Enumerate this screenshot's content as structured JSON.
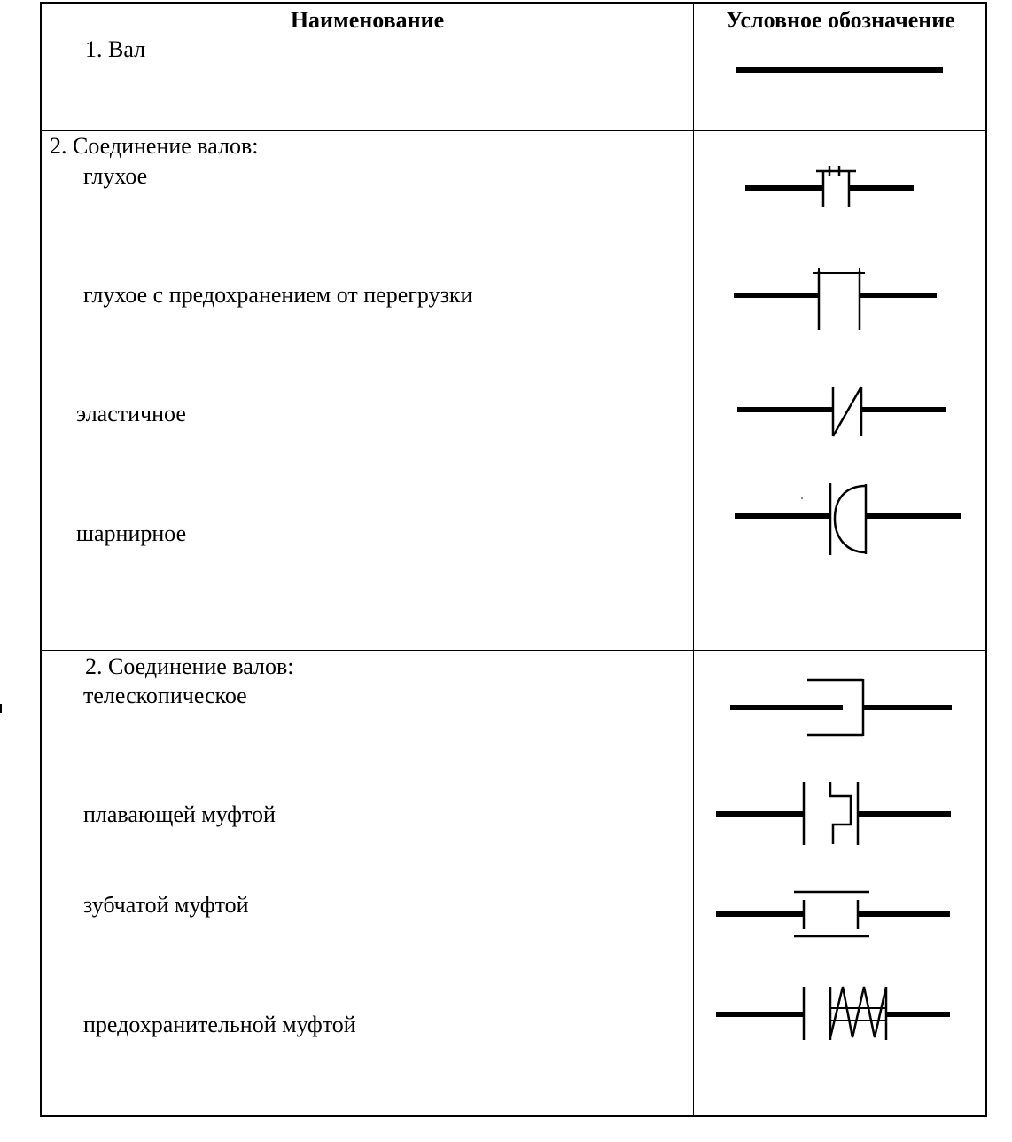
{
  "header": {
    "name_col": "Наименование",
    "symbol_col": "Условное обозначение"
  },
  "rows": {
    "shaft": {
      "label": "1.  Вал",
      "symbol": "shaft-line"
    },
    "group_a": {
      "title": "2. Соединение валов:",
      "items": [
        {
          "label": "глухое",
          "symbol": "rigid-coupling"
        },
        {
          "label": "глухое с предохранением от перегрузки",
          "symbol": "rigid-overload-coupling"
        },
        {
          "label": "эластичное",
          "symbol": "elastic-coupling"
        },
        {
          "label": "шарнирное",
          "symbol": "hinged-coupling"
        }
      ]
    },
    "group_b": {
      "title": "2.  Соединение валов:",
      "items": [
        {
          "label": "телескопическое",
          "symbol": "telescopic-coupling"
        },
        {
          "label": "плавающей муфтой",
          "symbol": "floating-coupling"
        },
        {
          "label": "зубчатой муфтой",
          "symbol": "gear-coupling"
        },
        {
          "label": "предохранительной муфтой",
          "symbol": "safety-coupling"
        }
      ]
    }
  }
}
